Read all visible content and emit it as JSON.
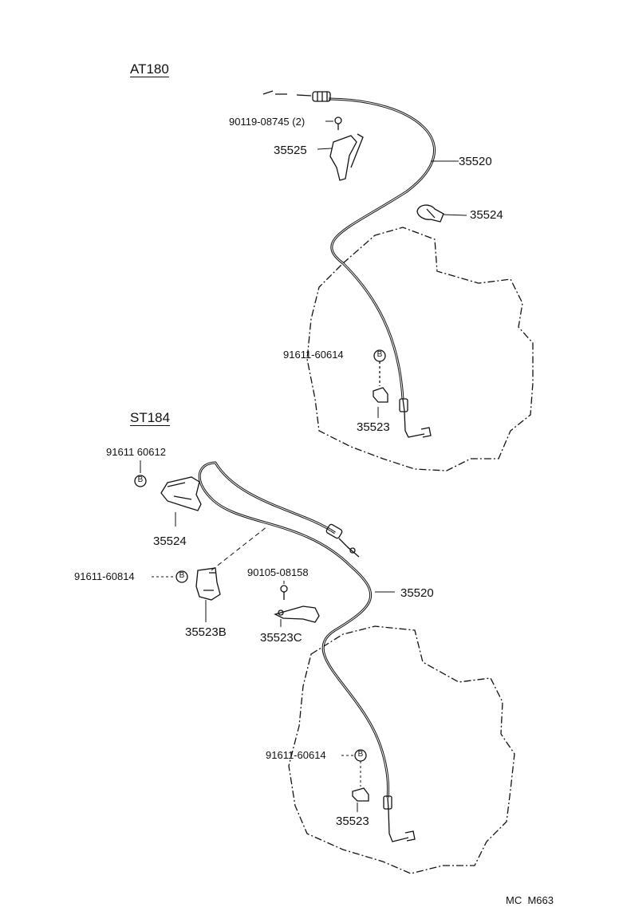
{
  "sections": [
    {
      "model": "AT180",
      "parts": {
        "cable": "35520",
        "bracket": "35525",
        "bolt": "90119-08745 (2)",
        "clip_upper": "35524",
        "bolt_b": "91611-60614",
        "b_mark": "B",
        "clamp": "35523"
      }
    },
    {
      "model": "ST184",
      "parts": {
        "cable": "35520",
        "bolt_b_top": "91611 60612",
        "b_mark": "B",
        "bracket": "35524",
        "bolt_b_mid": "91611-60814",
        "clamp_b": "35523B",
        "bolt": "90105-08158",
        "clamp_c": "35523C",
        "bolt_b_low": "91611-60614",
        "clamp": "35523"
      }
    }
  ],
  "figure_ref": "MC  M663"
}
